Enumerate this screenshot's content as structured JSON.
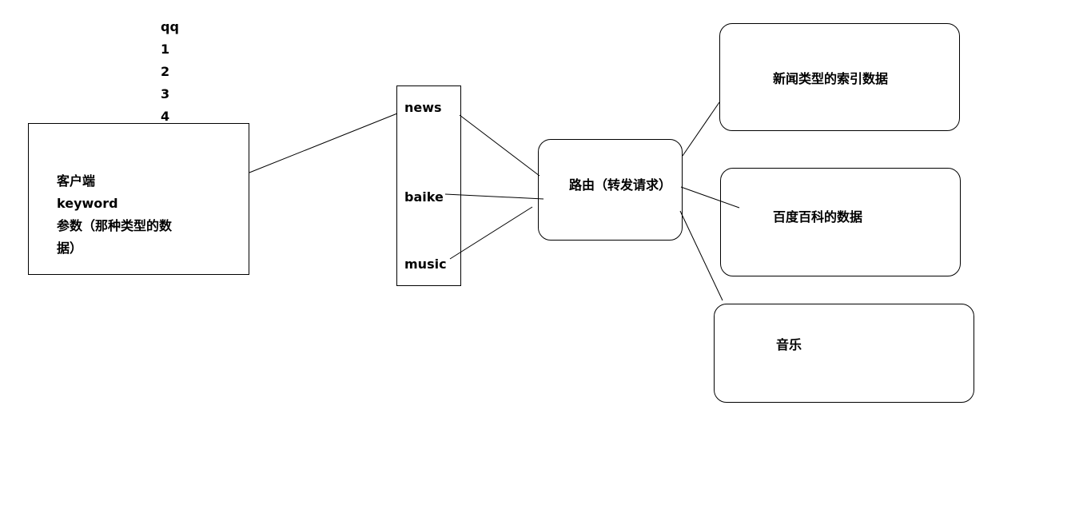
{
  "top_list": {
    "items": [
      "qq",
      "1",
      "2",
      "3",
      "4"
    ]
  },
  "client": {
    "line1": "客户端",
    "line2": "keyword",
    "line3": "参数（那种类型的数",
    "line4": "据）"
  },
  "types": {
    "news": "news",
    "baike": "baike",
    "music": "music"
  },
  "router": {
    "label": "路由（转发请求）"
  },
  "targets": {
    "news_index": "新闻类型的索引数据",
    "baike_data": "百度百科的数据",
    "music": "音乐"
  }
}
